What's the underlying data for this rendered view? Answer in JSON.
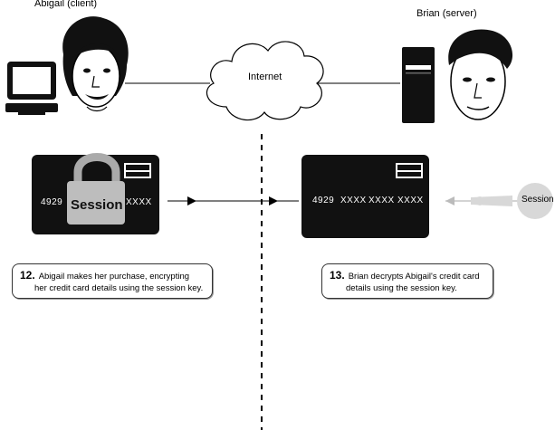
{
  "client": {
    "label": "Abigail (client)"
  },
  "server": {
    "label": "Brian (server)"
  },
  "network": {
    "label": "Internet"
  },
  "client_card": {
    "number_visible": "4929",
    "number_masked": "XXXX",
    "lock_label": "Session"
  },
  "server_card": {
    "number": "4929",
    "masked_1": "XXXX",
    "masked_2": "XXXX",
    "masked_3": "XXXX"
  },
  "key": {
    "label": "Session"
  },
  "steps": [
    {
      "number": "12.",
      "line1": "Abigail makes her purchase, encrypting",
      "line2": "her credit card details using the session key."
    },
    {
      "number": "13.",
      "line1": "Brian decrypts Abigail's credit card",
      "line2": "details using the session key."
    }
  ]
}
